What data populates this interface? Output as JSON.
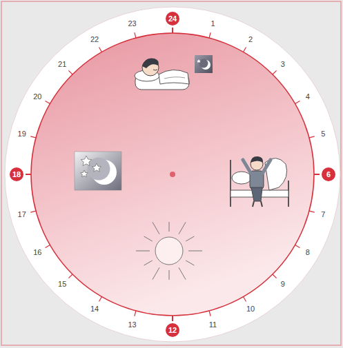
{
  "diagram": {
    "labels": [
      "24",
      "1",
      "2",
      "3",
      "4",
      "5",
      "6",
      "7",
      "8",
      "9",
      "10",
      "11",
      "12",
      "13",
      "14",
      "15",
      "16",
      "17",
      "18",
      "19",
      "20",
      "21",
      "22",
      "23"
    ]
  }
}
